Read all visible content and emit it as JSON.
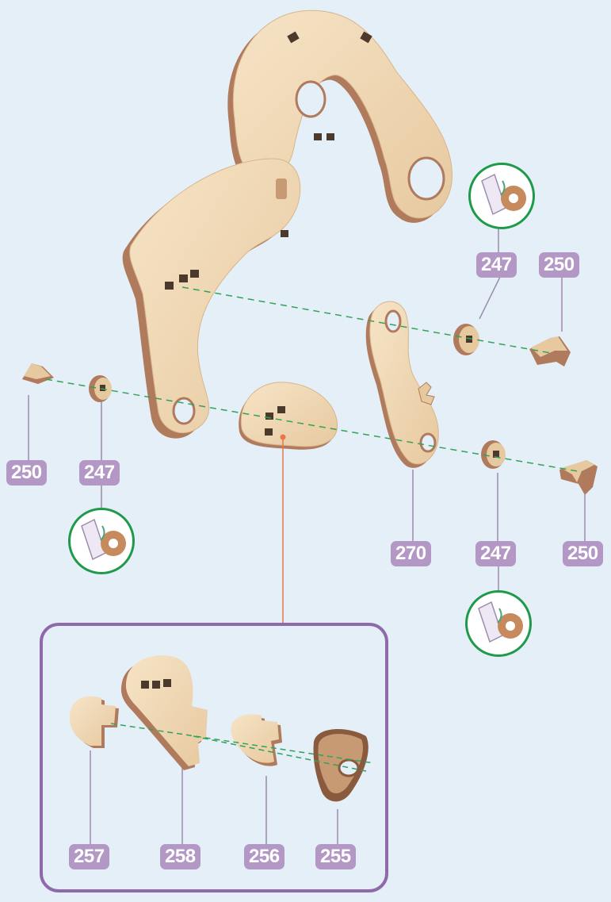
{
  "callouts": {
    "top_right_247": "247",
    "top_right_250": "250",
    "left_250": "250",
    "left_247": "247",
    "mid_270": "270",
    "mid_247": "247",
    "right_250": "250",
    "inset_257": "257",
    "inset_258": "258",
    "inset_256": "256",
    "inset_255": "255"
  },
  "colors": {
    "background": "#e4eff8",
    "label_fill": "#b398c6",
    "inset_border": "#8f6aaa",
    "badge_ring": "#1f9a4a",
    "axis_dashed": "#33a25a",
    "leader_pointer": "#e8774a",
    "wood_face": "#f0d9b5",
    "wood_edge": "#b07a5c"
  },
  "icons": {
    "badge": "glue-tube-and-gear-icon"
  }
}
